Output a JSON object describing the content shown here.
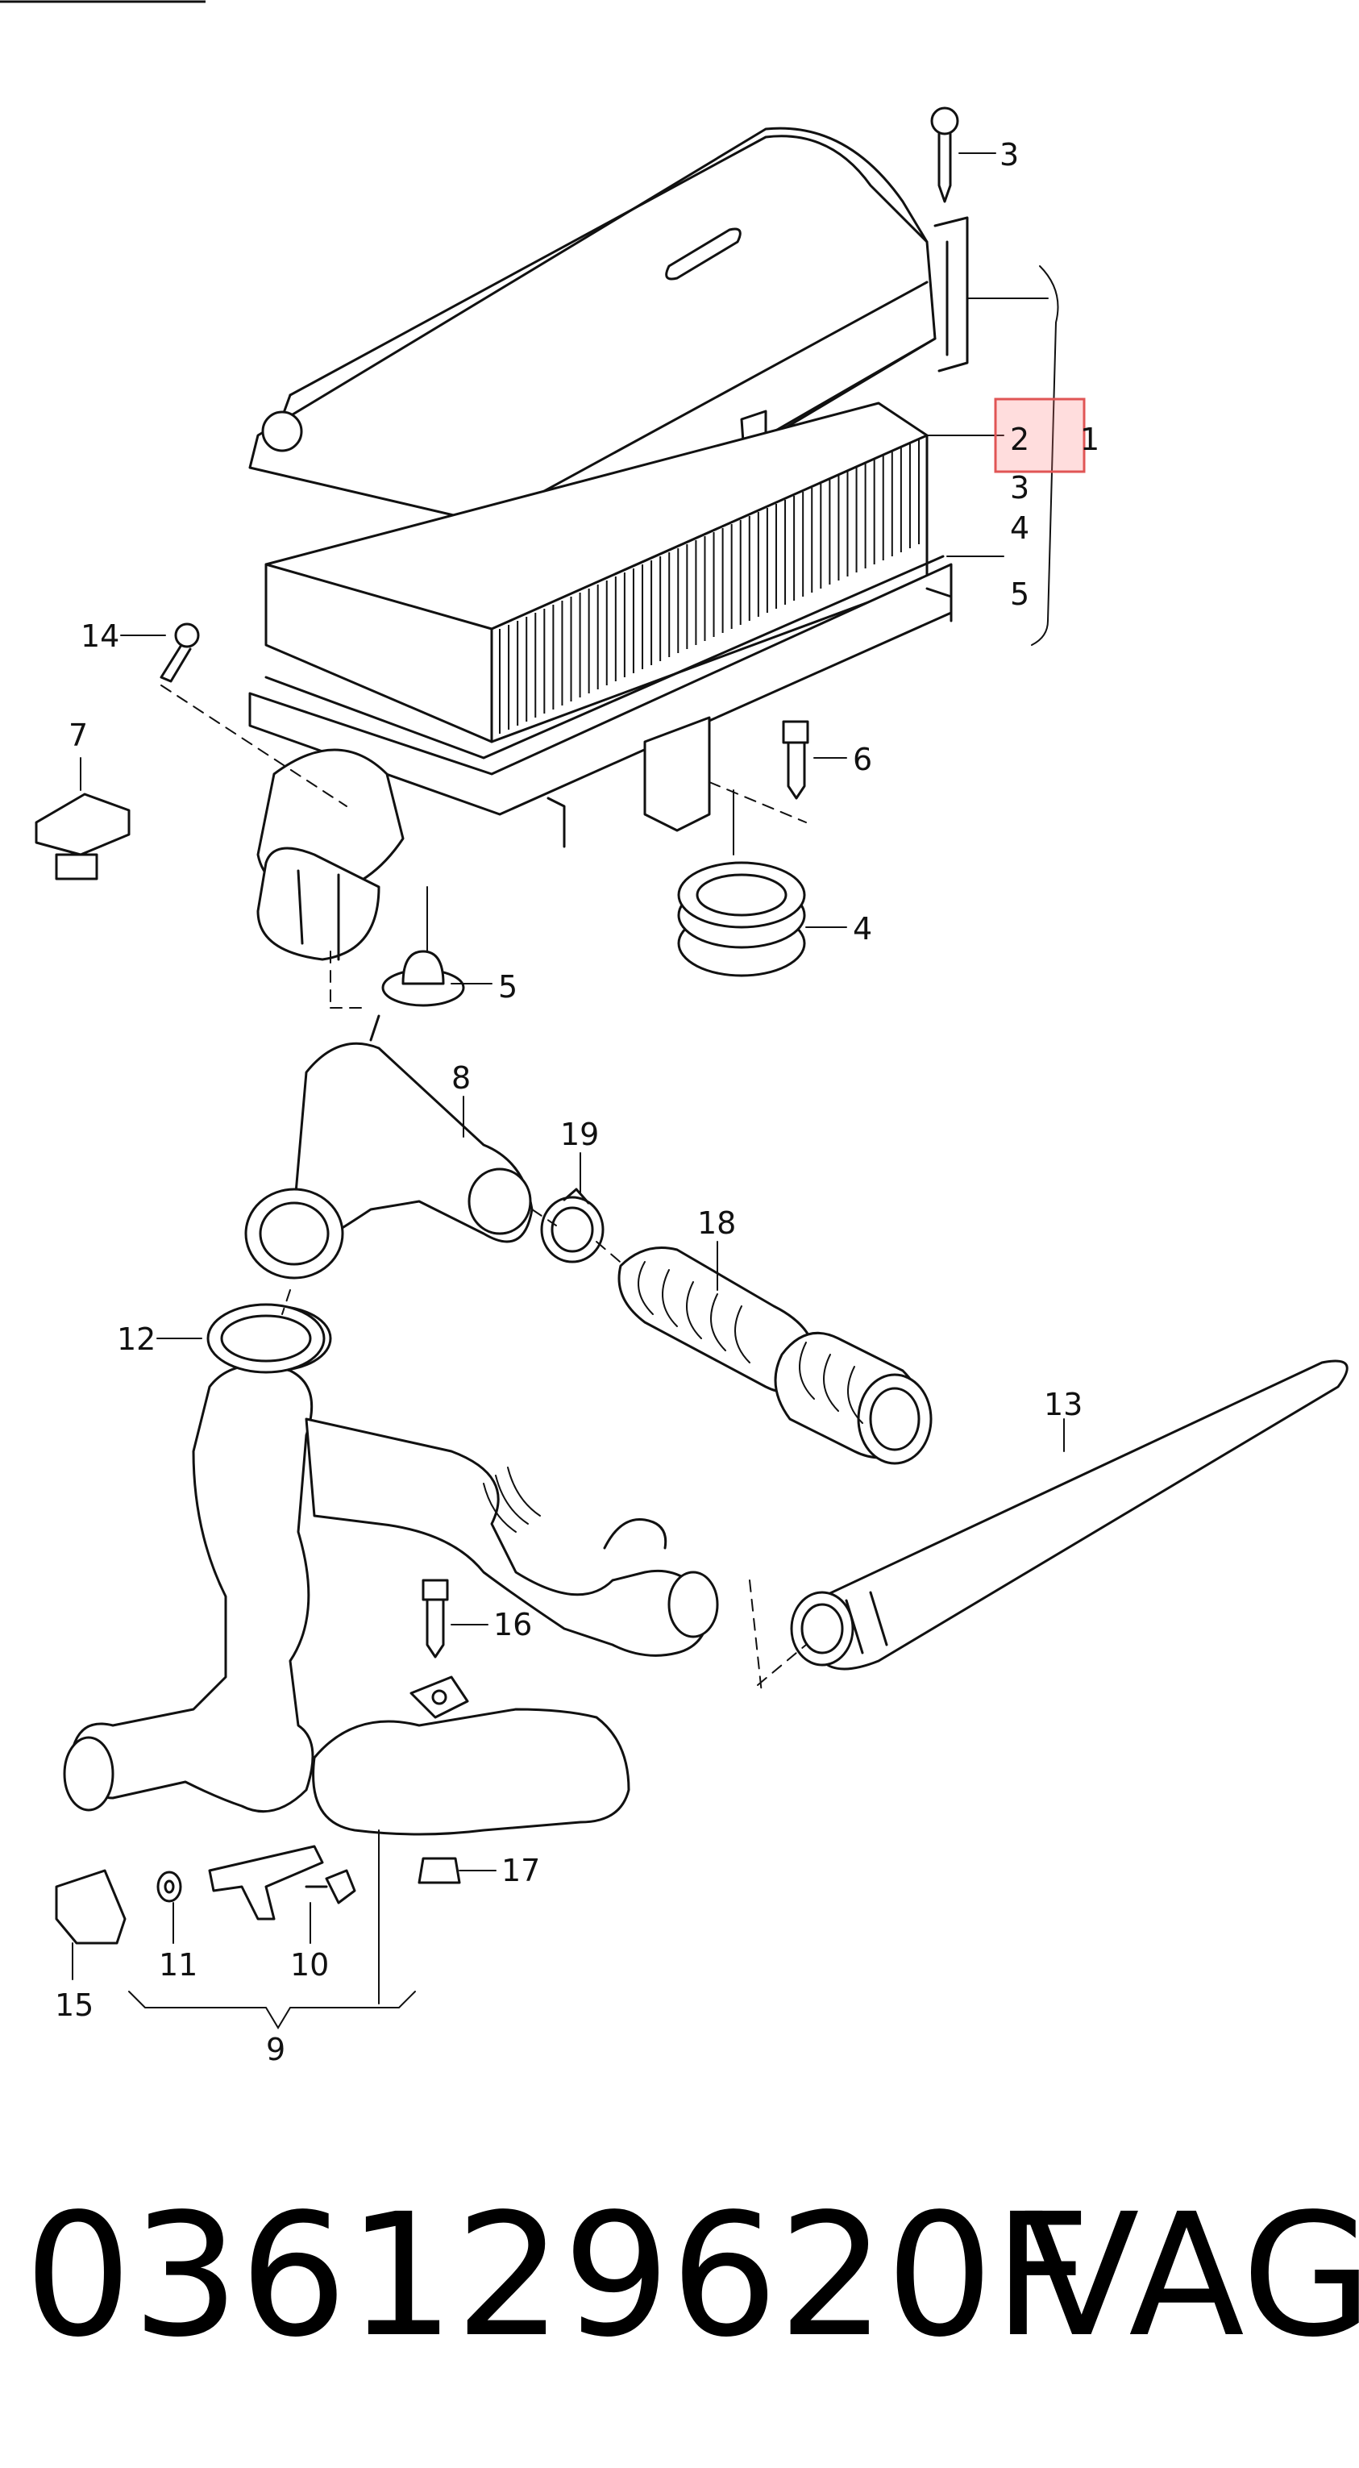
{
  "diagram": {
    "callouts": [
      "1",
      "2",
      "3",
      "3",
      "4",
      "5",
      "6",
      "4",
      "5",
      "7",
      "14",
      "8",
      "19",
      "18",
      "12",
      "13",
      "16",
      "17",
      "11",
      "10",
      "9",
      "15"
    ],
    "highlight_callout": "2",
    "highlight_color": "#e05555"
  },
  "footer": {
    "part_number": "036129620F",
    "brand": "VAG"
  }
}
